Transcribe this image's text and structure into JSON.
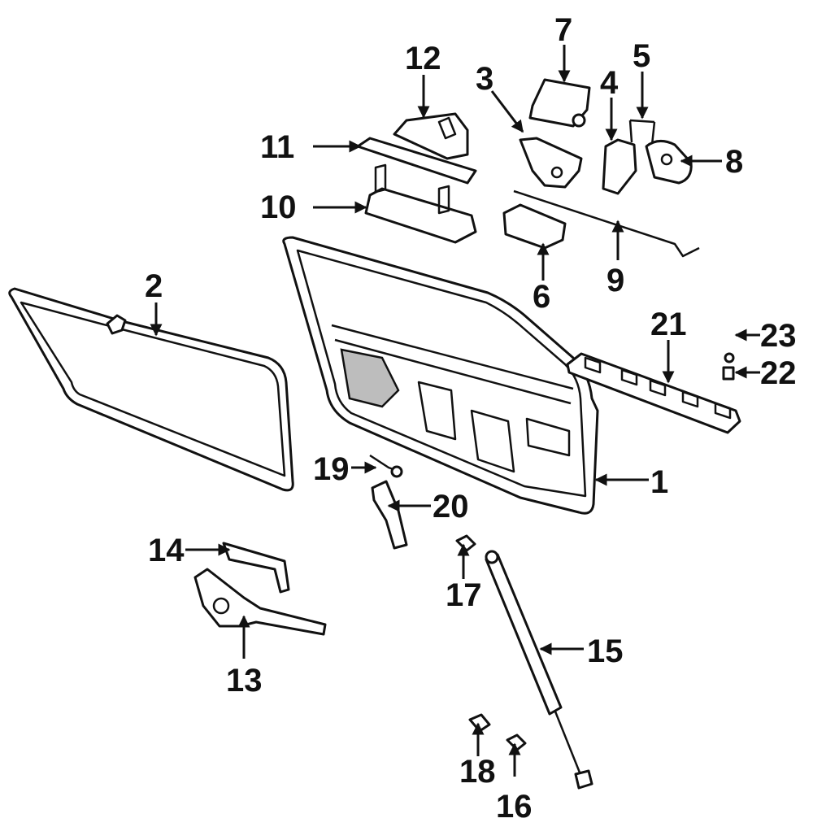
{
  "colors": {
    "ink": "#111111",
    "background": "#ffffff",
    "shade": "#bdbdbd"
  },
  "callouts": [
    {
      "id": "1",
      "label": "1"
    },
    {
      "id": "2",
      "label": "2"
    },
    {
      "id": "3",
      "label": "3"
    },
    {
      "id": "4",
      "label": "4"
    },
    {
      "id": "5",
      "label": "5"
    },
    {
      "id": "6",
      "label": "6"
    },
    {
      "id": "7",
      "label": "7"
    },
    {
      "id": "8",
      "label": "8"
    },
    {
      "id": "9",
      "label": "9"
    },
    {
      "id": "10",
      "label": "10"
    },
    {
      "id": "11",
      "label": "11"
    },
    {
      "id": "12",
      "label": "12"
    },
    {
      "id": "13",
      "label": "13"
    },
    {
      "id": "14",
      "label": "14"
    },
    {
      "id": "15",
      "label": "15"
    },
    {
      "id": "16",
      "label": "16"
    },
    {
      "id": "17",
      "label": "17"
    },
    {
      "id": "18",
      "label": "18"
    },
    {
      "id": "19",
      "label": "19"
    },
    {
      "id": "20",
      "label": "20"
    },
    {
      "id": "21",
      "label": "21"
    },
    {
      "id": "22",
      "label": "22"
    },
    {
      "id": "23",
      "label": "23"
    }
  ]
}
